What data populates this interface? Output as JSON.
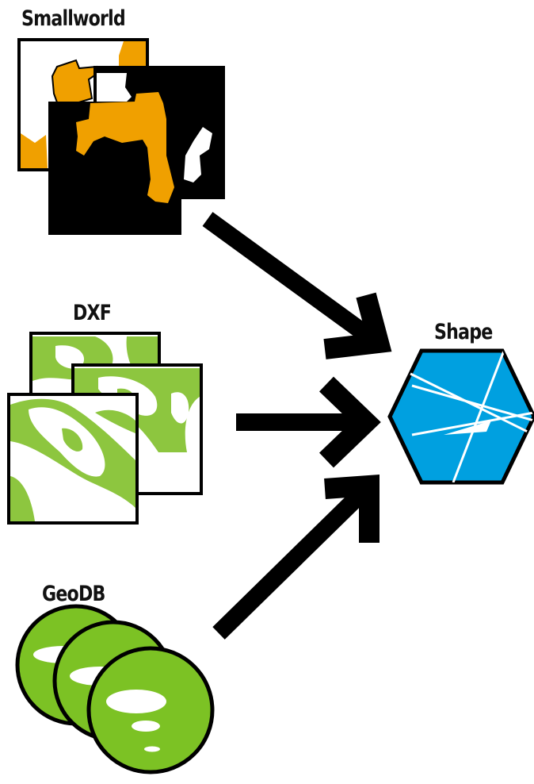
{
  "labels": {
    "smallworld": "Smallworld",
    "dxf": "DXF",
    "geodb": "GeoDB",
    "shape": "Shape"
  },
  "colors": {
    "smallworld_fill": "#f0a000",
    "dxf_fill": "#8dc63f",
    "geodb_fill": "#7cc224",
    "shape_fill": "#00a0e0",
    "outline": "#000000",
    "arrow": "#000000"
  }
}
